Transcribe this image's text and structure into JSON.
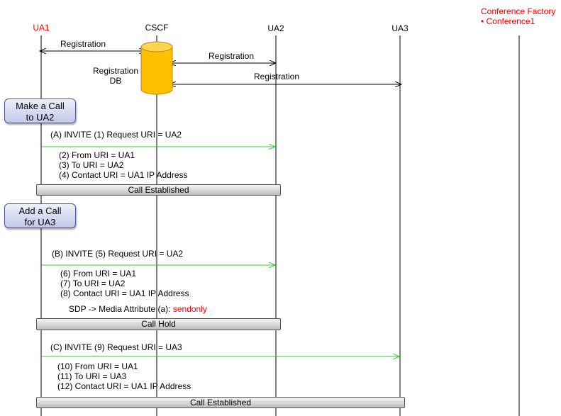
{
  "participants": {
    "ua1": "UA1",
    "cscf": "CSCF",
    "ua2": "UA2",
    "ua3": "UA3",
    "conference_factory": "Conference Factory",
    "conference_item": "•   Conference1"
  },
  "registration": {
    "db_label_1": "Registration",
    "db_label_2": "DB",
    "ua1_label": "Registration",
    "ua2_label": "Registration",
    "ua3_label": "Registration"
  },
  "steps": {
    "make_call": {
      "line1": "Make a Call",
      "line2": "to UA2"
    },
    "add_call": {
      "line1": "Add a Call",
      "line2": "for UA3"
    }
  },
  "messages": {
    "a": {
      "title": "(A) INVITE (1) Request URI = UA2",
      "details": [
        "(2) From URI = UA1",
        "(3) To URI = UA2",
        "(4) Contact URI = UA1 IP Address"
      ]
    },
    "b": {
      "title": "(B) INVITE (5) Request URI = UA2",
      "details": [
        "(6) From URI = UA1",
        "(7) To URI = UA2",
        "(8) Contact URI = UA1 IP Address"
      ],
      "sdp_prefix": "SDP -> Media Attribute (a): ",
      "sdp_value": "sendonly"
    },
    "c": {
      "title": "(C) INVITE (9) Request URI = UA3",
      "details": [
        "(10) From URI = UA1",
        "(11) To URI = UA3",
        "(12) Contact URI = UA1 IP Address"
      ]
    }
  },
  "status_bars": {
    "first": "Call Established",
    "hold": "Call Hold",
    "last": "Call Established"
  },
  "colors": {
    "invite_arrow": "#33cc33",
    "registration_arrow": "#000000",
    "db_fill": "#ffc000",
    "db_stroke": "#b8860b",
    "emphasis_text": "#ee0000",
    "step_button": "#c3c8ea"
  }
}
